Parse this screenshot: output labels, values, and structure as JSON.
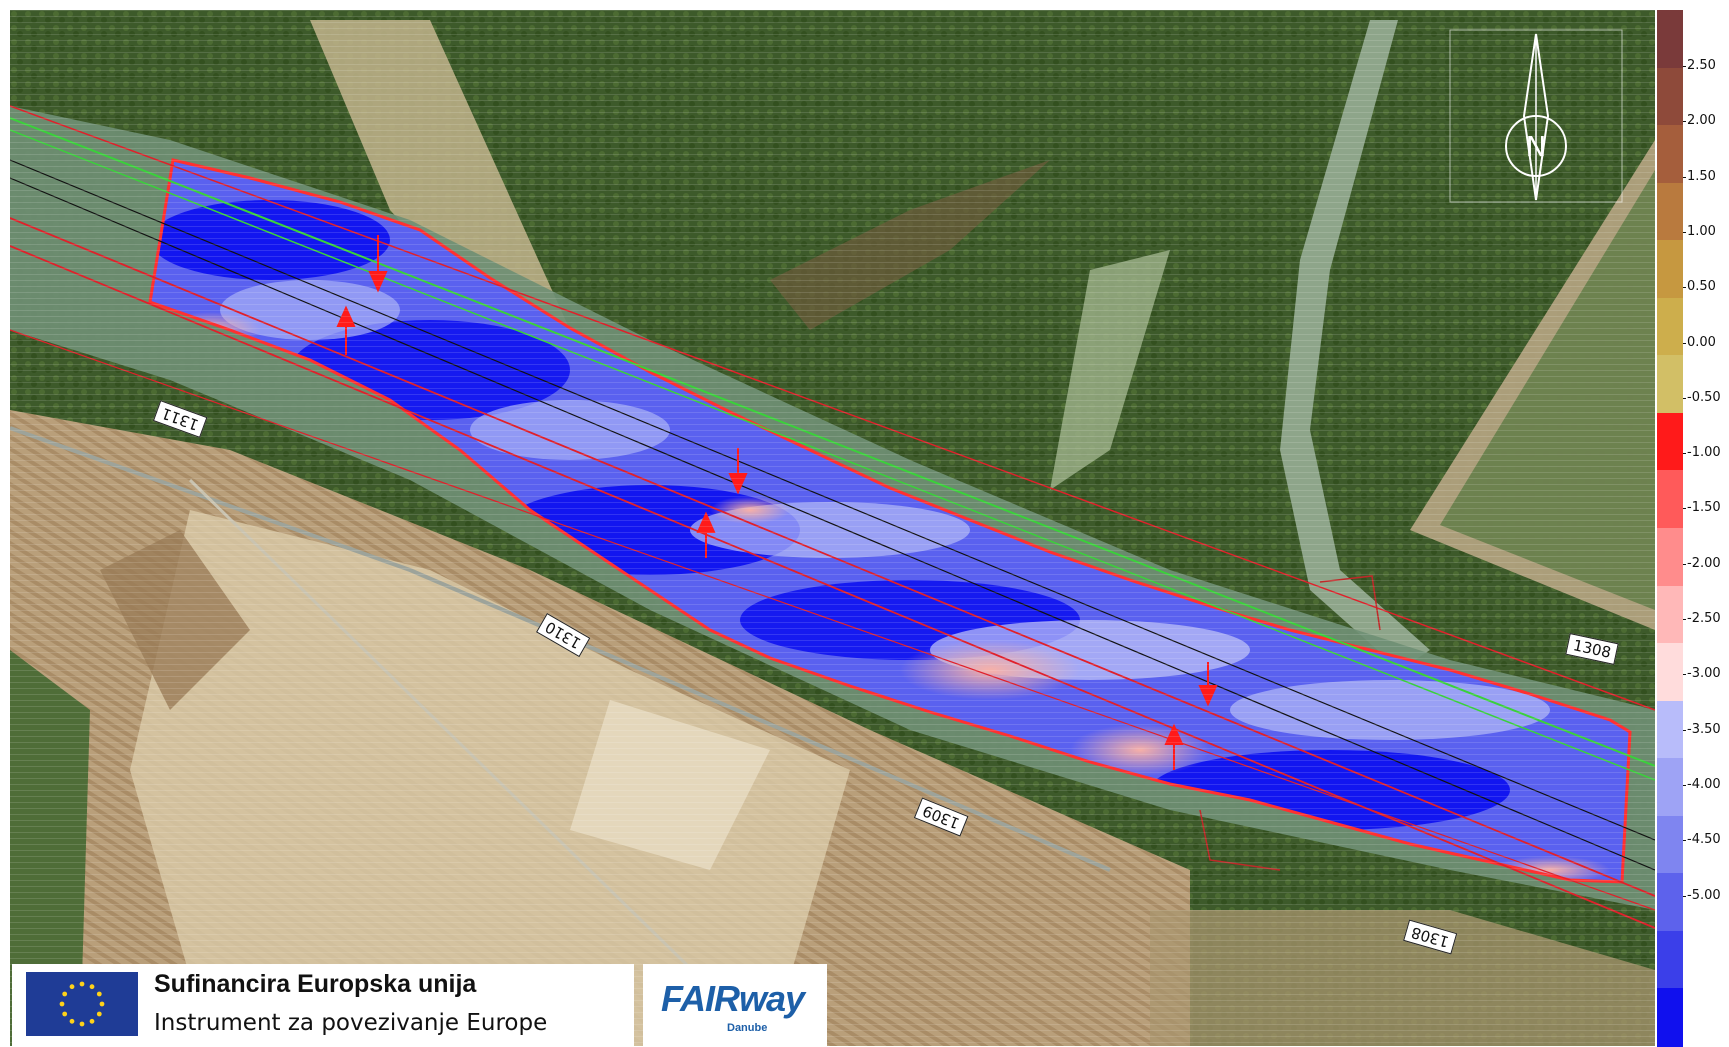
{
  "map": {
    "river_km_markers": [
      "1311",
      "1310",
      "1309",
      "1308",
      "1308"
    ],
    "north_label": "N",
    "colors": {
      "forest": "#3f5a2b",
      "field_light": "#cdbb98",
      "field_dark": "#a08563",
      "river_water": "#6f8f74",
      "bathymetry_deep": "#1010ee",
      "bathymetry_light": "#8e9cf2",
      "shoal": "#f2a4a0",
      "fairway_line": "#e0202a",
      "axis_line": "#111111",
      "guide_line": "#3ad13a"
    }
  },
  "legend": {
    "ticks": [
      "2.50",
      "2.00",
      "1.50",
      "1.00",
      "0.50",
      "0.00",
      "-0.50",
      "-1.00",
      "-1.50",
      "-2.00",
      "-2.50",
      "-3.00",
      "-3.50",
      "-4.00",
      "-4.50",
      "-5.00"
    ],
    "swatch_colors": [
      "#7a3a3a",
      "#8e4a3a",
      "#a55e3c",
      "#b97a3e",
      "#c69840",
      "#cdae4c",
      "#d2bf66",
      "#ff1a1a",
      "#ff5a5a",
      "#ff8c8c",
      "#ffb8b8",
      "#ffdcdc",
      "#b8bcfa",
      "#9ea3f5",
      "#7f85f0",
      "#5d62ec",
      "#3b3fe9",
      "#1010ee"
    ]
  },
  "footer": {
    "eu_title": "Sufinancira Europska unija",
    "eu_subtitle": "Instrument za povezivanje Europe",
    "fairway_main": "FAIRway",
    "fairway_sub": "Danube"
  }
}
